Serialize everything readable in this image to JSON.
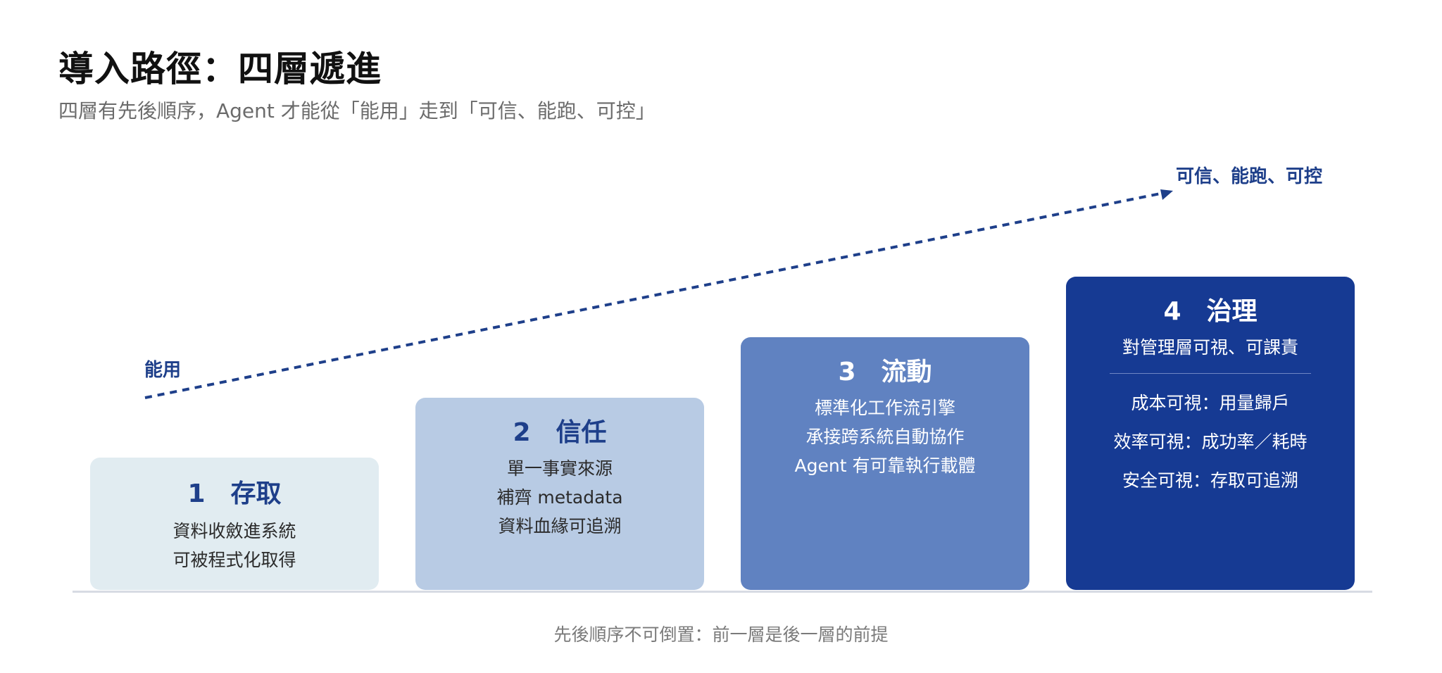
{
  "title": "導入路徑：四層遞進",
  "subtitle": "四層有先後順序，Agent 才能從「能用」走到「可信、能跑、可控」",
  "trend": {
    "start_label": "能用",
    "end_label": "可信、能跑、可控",
    "color": "#1e3f8a"
  },
  "layers": [
    {
      "number": "1",
      "name": "存取",
      "heading": "1　存取",
      "lines": [
        "資料收斂進系統",
        "可被程式化取得"
      ],
      "color": "#e1ecf1"
    },
    {
      "number": "2",
      "name": "信任",
      "heading": "2　信任",
      "lines": [
        "單一事實來源",
        "補齊 metadata",
        "資料血緣可追溯"
      ],
      "color": "#b8cbe4"
    },
    {
      "number": "3",
      "name": "流動",
      "heading": "3　流動",
      "lines": [
        "標準化工作流引擎",
        "承接跨系統自動協作",
        "Agent 有可靠執行載體"
      ],
      "color": "#6082c1"
    },
    {
      "number": "4",
      "name": "治理",
      "heading": "4　治理",
      "subtitle": "對管理層可視、可課責",
      "lines": [
        "成本可視：用量歸戶",
        "效率可視：成功率／耗時",
        "安全可視：存取可追溯"
      ],
      "color": "#163a93"
    }
  ],
  "footer": "先後順序不可倒置：前一層是後一層的前提"
}
